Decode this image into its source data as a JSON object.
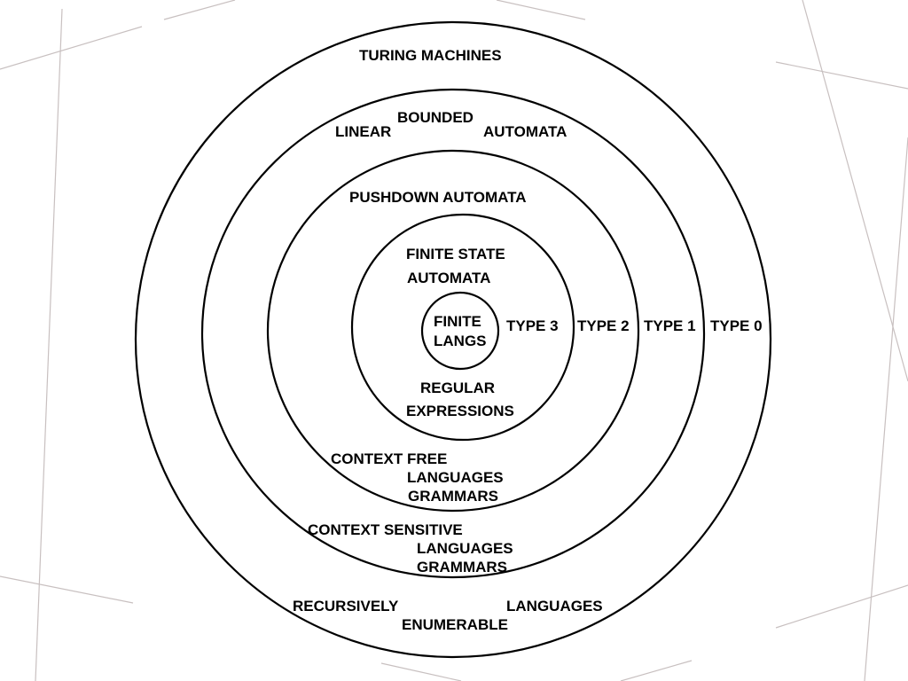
{
  "diagram": {
    "rings": {
      "turing_machines": "TURING MACHINES",
      "lba_linear": "LINEAR",
      "lba_bounded": "BOUNDED",
      "lba_automata": "AUTOMATA",
      "pushdown": "PUSHDOWN AUTOMATA",
      "fsa_line1": "FINITE STATE",
      "fsa_line2": "AUTOMATA",
      "finite_line1": "FINITE",
      "finite_line2": "LANGS"
    },
    "types": {
      "type3": "TYPE 3",
      "type2": "TYPE 2",
      "type1": "TYPE 1",
      "type0": "TYPE 0"
    },
    "languages": {
      "regular_line1": "REGULAR",
      "regular_line2": "EXPRESSIONS",
      "cf_line1": "CONTEXT FREE",
      "cf_line2": "LANGUAGES",
      "cf_line3": "GRAMMARS",
      "cs_line1": "CONTEXT SENSITIVE",
      "cs_line2": "LANGUAGES",
      "cs_line3": "GRAMMARS",
      "re_recursively": "RECURSIVELY",
      "re_languages": "LANGUAGES",
      "re_enumerable": "ENUMERABLE"
    },
    "colors": {
      "stroke": "#000000",
      "background": "#ffffff",
      "guide_lines": "#c8c0c0"
    }
  }
}
